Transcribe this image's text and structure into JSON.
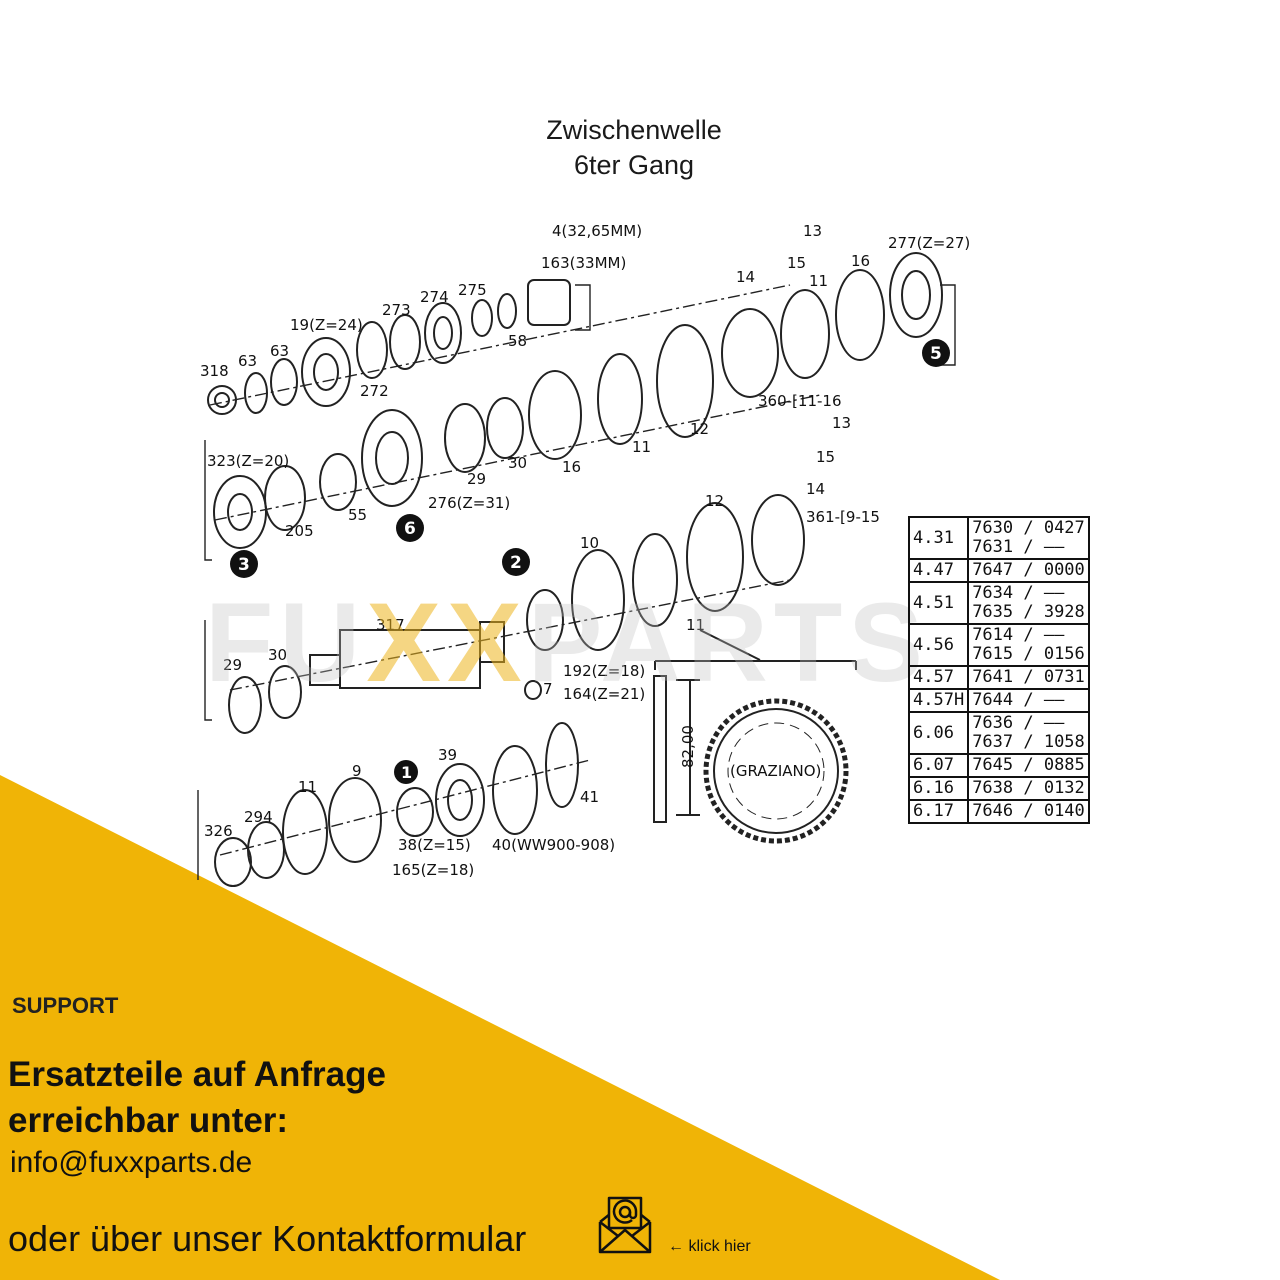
{
  "title": {
    "line1": "Zwischenwelle",
    "line2": "6ter Gang"
  },
  "watermark": {
    "pre": "FU",
    "xx": "XX",
    "post": "PARTS"
  },
  "diagram_labels": {
    "l4": "4(32,65MM)",
    "l163": "163(33MM)",
    "l13a": "13",
    "l15a": "15",
    "l14a": "14",
    "l11a": "11",
    "l16a": "16",
    "l277": "277(Z=27)",
    "l19": "19(Z=24)",
    "l273": "273",
    "l274": "274",
    "l275": "275",
    "l318": "318",
    "l63a": "63",
    "l63b": "63",
    "l272": "272",
    "l58": "58",
    "l360": "360-[11-16",
    "l13b": "13",
    "l15b": "15",
    "l14b": "14",
    "l323": "323(Z=20)",
    "l205": "205",
    "l55": "55",
    "l276": "276(Z=31)",
    "l29a": "29",
    "l30a": "30",
    "l16b": "16",
    "l11b": "11",
    "l12a": "12",
    "l12b": "12",
    "l361": "361-[9-15",
    "l10": "10",
    "l317": "317",
    "l29b": "29",
    "l30b": "30",
    "l7": "7",
    "l192": "192(Z=18)",
    "l164": "164(Z=21)",
    "l11c": "11",
    "l82": "82,00",
    "lgraz": "(GRAZIANO)",
    "l9": "9",
    "l11d": "11",
    "l39": "39",
    "l41": "41",
    "l326": "326",
    "l294": "294",
    "l38": "38(Z=15)",
    "l165": "165(Z=18)",
    "l40": "40(WW900-908)",
    "n1": "1",
    "n2": "2",
    "n3": "3",
    "n5": "5",
    "n6": "6"
  },
  "parts_table": [
    {
      "version": "4.31",
      "code": "7630 / 0427\n7631 / ——"
    },
    {
      "version": "4.47",
      "code": "7647 / 0000"
    },
    {
      "version": "4.51",
      "code": "7634 / ——\n7635 / 3928"
    },
    {
      "version": "4.56",
      "code": "7614 / ——\n7615 / 0156"
    },
    {
      "version": "4.57",
      "code": "7641 / 0731"
    },
    {
      "version": "4.57H",
      "code": "7644 / ——"
    },
    {
      "version": "6.06",
      "code": "7636 / ——\n7637 / 1058"
    },
    {
      "version": "6.07",
      "code": "7645 / 0885"
    },
    {
      "version": "6.16",
      "code": "7638 / 0132"
    },
    {
      "version": "6.17",
      "code": "7646 / 0140"
    }
  ],
  "support": {
    "label": "SUPPORT",
    "headline_1": "Ersatzteile auf Anfrage",
    "headline_2": "erreichbar unter:",
    "email": "info@fuxxparts.de",
    "contact_text": "oder über unser Kontaktformular",
    "contact_link": "klick hier",
    "icon": "mail-at-icon",
    "accent_color": "#F0B406"
  }
}
